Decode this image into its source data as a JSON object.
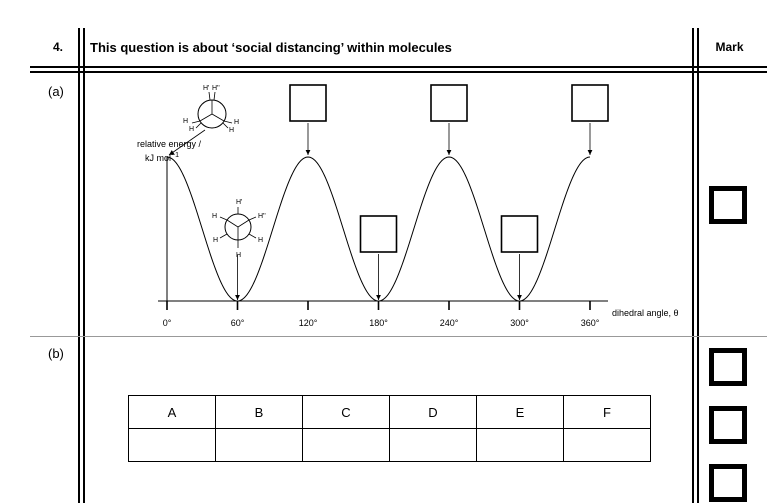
{
  "header": {
    "question_number": "4.",
    "question_title": "This question is about ‘social distancing’ within molecules",
    "mark_label": "Mark"
  },
  "part_a": {
    "label": "(a)",
    "chart_data": {
      "type": "line",
      "ylabel_line1": "relative energy /",
      "ylabel_line2": "kJ mol",
      "ylabel_exp": "−1",
      "xlabel": "dihedral angle, θ",
      "x_ticks": [
        0,
        60,
        120,
        180,
        240,
        300,
        360
      ],
      "x_tick_labels": [
        "0°",
        "60°",
        "120°",
        "180°",
        "240°",
        "300°",
        "360°"
      ],
      "xlim": [
        0,
        360
      ],
      "series": [
        {
          "x": [
            0,
            60,
            120,
            180,
            240,
            300,
            360
          ],
          "y": [
            1,
            0,
            1,
            0,
            1,
            0,
            1
          ]
        }
      ],
      "answer_box_angles": [
        120,
        180,
        240,
        300,
        360
      ],
      "labelled_angles": [
        0,
        60
      ]
    },
    "newman_eclipsed": {
      "front": [
        "H",
        "H",
        "H"
      ],
      "back": [
        "H'",
        "H''",
        "H"
      ]
    },
    "newman_staggered": {
      "front": [
        "H",
        "H",
        "H"
      ],
      "back": [
        "H'",
        "H''",
        "H"
      ]
    }
  },
  "part_b": {
    "label": "(b)",
    "table_headers": [
      "A",
      "B",
      "C",
      "D",
      "E",
      "F"
    ]
  }
}
